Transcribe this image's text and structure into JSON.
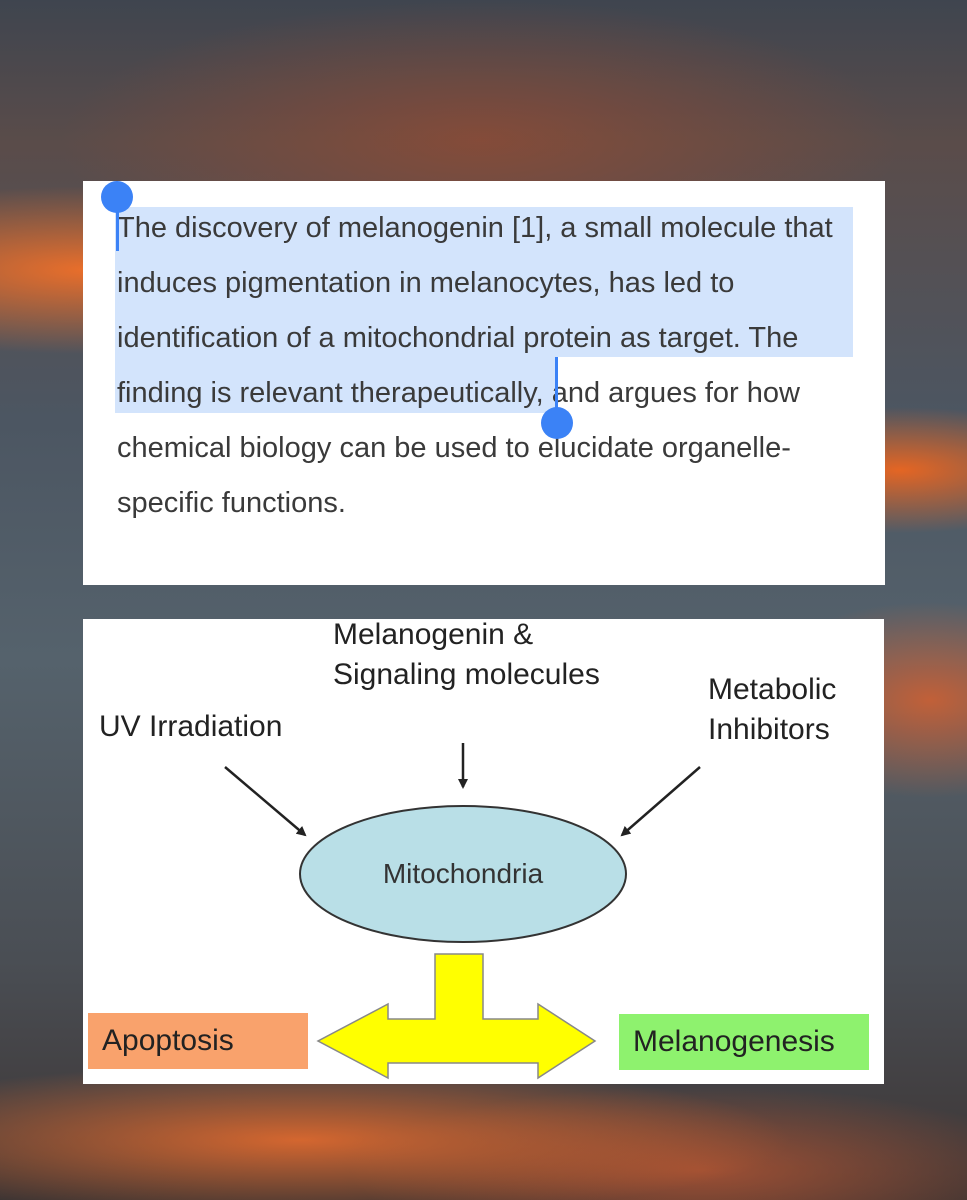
{
  "article": {
    "text_before_ref": "The discovery of melanogenin [",
    "ref": "1",
    "text_after_ref": "], a small molecule that induces pigmentation in melanocytes, has led to identification of a mitochondrial protein as target. The finding is relevant therapeutically, and argues for how chemical biology can be used to elucidate organelle-specific functions."
  },
  "diagram": {
    "top_input": "Melanogenin &\nSignaling molecules",
    "left_input": "UV Irradiation",
    "right_input": "Metabolic\nInhibitors",
    "center": "Mitochondria",
    "left_outcome": "Apoptosis",
    "right_outcome": "Melanogenesis",
    "colors": {
      "ellipse_fill": "#b9dfe7",
      "arrow_fill": "#ffff00",
      "apoptosis_box": "#f9a26c",
      "melanogenesis_box": "#8ef26e"
    }
  }
}
